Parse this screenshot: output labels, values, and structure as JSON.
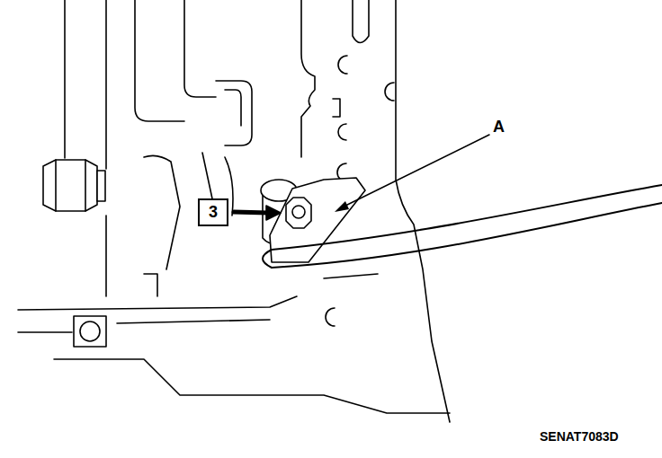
{
  "diagram": {
    "nodes": [
      {
        "text": [
          "3"
        ]
      }
    ],
    "labels": [
      "A",
      "SENAT7083D"
    ]
  }
}
